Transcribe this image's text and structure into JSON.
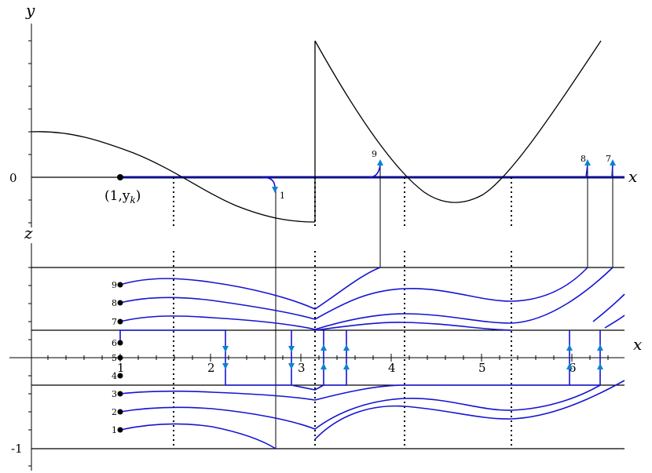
{
  "top_plot": {
    "y_axis_label": "y",
    "x_axis_label": "x",
    "zero_label": "0",
    "point_label_main": "(1,y",
    "point_label_sub": "k",
    "point_label_close": ")"
  },
  "bottom_plot": {
    "z_axis_label": "z",
    "x_axis_label": "x",
    "neg_one_label": "-1",
    "x_ticks": [
      "1",
      "2",
      "3",
      "4",
      "5",
      "6"
    ]
  },
  "start_point_labels": [
    "1",
    "2",
    "3",
    "4",
    "5",
    "6",
    "7",
    "8",
    "9"
  ],
  "exit_labels": {
    "exit_1": "1",
    "exit_7": "7",
    "exit_8": "8",
    "exit_9": "9"
  },
  "colors": {
    "axes": "#000000",
    "trajectories": "#1414d2",
    "arrows": "#0a82d2",
    "x_axis_highlight": "#0d0d8c"
  }
}
